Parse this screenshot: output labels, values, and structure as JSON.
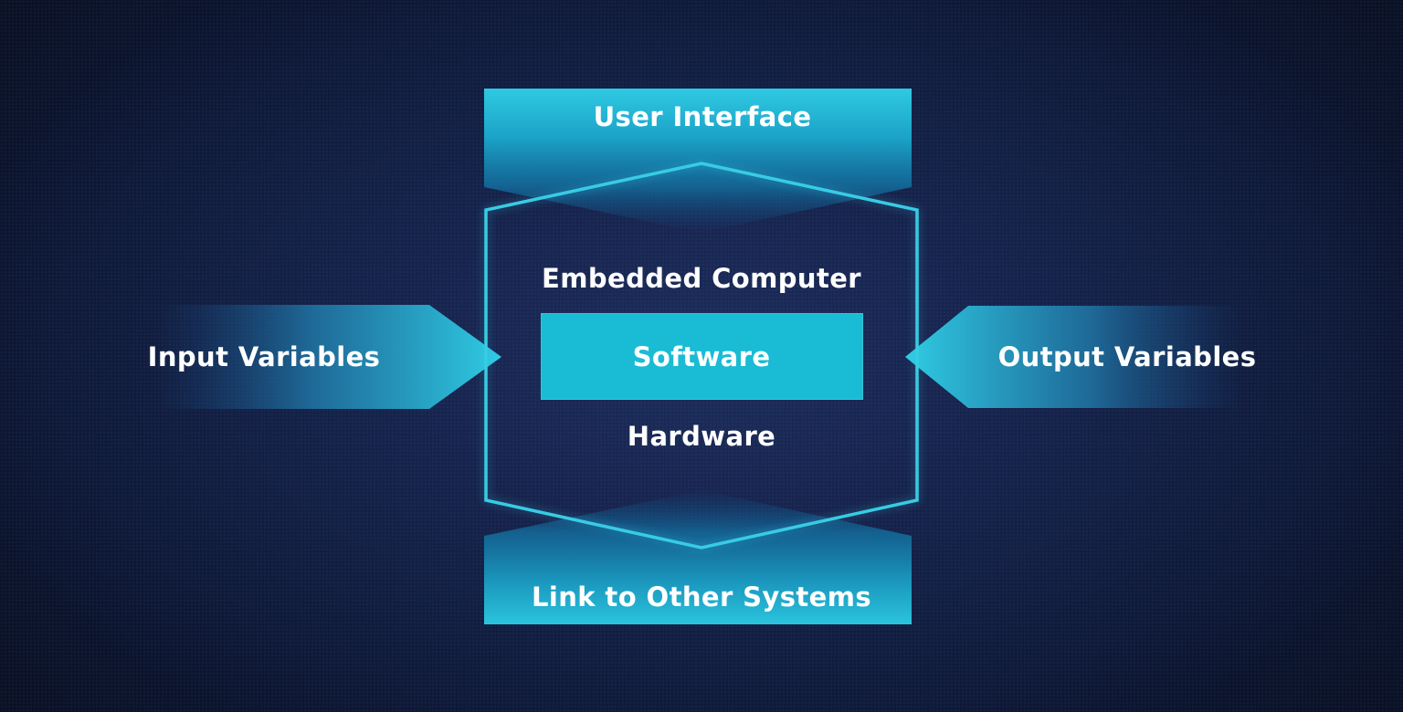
{
  "diagram": {
    "top_banner_label": "User Interface",
    "center_title": "Embedded Computer",
    "software_label": "Software",
    "hardware_label": "Hardware",
    "bottom_banner_label": "Link to Other Systems",
    "left_arrow_label": "Input Variables",
    "right_arrow_label": "Output Variables",
    "colors": {
      "accent_cyan_bright": "#2fc9e2",
      "hexagon_stroke": "#38cce4",
      "software_box_fill": "#19bcd4",
      "banner_mid_teal": "#1ba3c8",
      "background_navy": "#101c3e",
      "background_edge": "#12141b",
      "text": "#ffffff"
    }
  }
}
